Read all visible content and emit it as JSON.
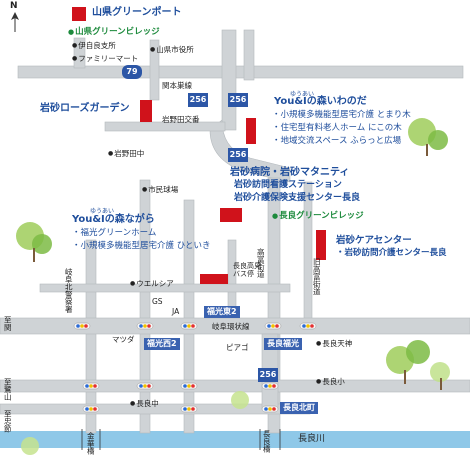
{
  "north_label": "N",
  "landmarks": {
    "yamaken_green_port": "山県グリーンポート",
    "yamaken_green_village": "山県グリーンビレッジ",
    "ijiki_branch": "伊自良支所",
    "familymart": "ファミリーマート",
    "yamagata_city_hall": "山県市役所",
    "sekimoto_main_line": "関本巣線",
    "iwasuna_rose_garden": "岩砂ローズガーデン",
    "iwanoda_intersection": "岩野田交番",
    "iwanoda_jhs": "岩野田中",
    "city_stadium": "市民球場",
    "gifu_north_police": "岐阜北警察署",
    "uercia": "ウエルシア",
    "gs": "GS",
    "ja": "JA",
    "mazda": "マツダ",
    "piago": "ピアゴ",
    "nagara_tenjin": "長良天神",
    "nagara_jhs": "長良中",
    "nagara_es": "長良小",
    "nagara_high_bus": "長良高見\nバス停",
    "nagara_green_village": "長良グリーンビレッジ",
    "nagara_river": "長良川",
    "gifu_loop_line": "岐阜環状線"
  },
  "facilities": {
    "morinowa_ruby": "ゆうあい",
    "morinowa_title": "You&Iの森いわのだ",
    "morinowa_items": [
      "・小規模多機能型居宅介護 とまり木",
      "・住宅型有料老人ホーム にこの木",
      "・地域交流スペース ふらっと広場"
    ],
    "hospital_title": "岩砂病院・岩砂マタニティ",
    "hospital_items": [
      "岩砂訪問看護ステーション",
      "岩砂介護保険支援センター長良"
    ],
    "nagara_ruby": "ゆうあい",
    "nagara_title": "You&Iの森ながら",
    "nagara_items": [
      "・福光グリーンホーム",
      "・小規模多機能型居宅介護 ひといき"
    ],
    "care_center_title": "岩砂ケアセンター",
    "care_center_items": [
      "・岩砂訪問介護センター長良"
    ]
  },
  "road_labels": {
    "route_79": "79",
    "route_256_a": "256",
    "route_256_b": "256",
    "route_256_c": "256",
    "route_256_d": "256",
    "takatomi_kaido": "高富街道",
    "old_takatomi_kaido": "旧高富街道",
    "to_seki": "至関",
    "to_washiyama": "至鷺山",
    "to_tadasu": "至忠節",
    "kinka_bridge": "金華橋",
    "nagara_bridge": "長良橋"
  },
  "intersections": {
    "fukumitsu_east2": "福光東2",
    "fukumitsu_west2": "福光西2",
    "nagara_fukumitsu": "長良福光",
    "nagara_kitamachi": "長良北町"
  },
  "colors": {
    "road": "#cfd3d6",
    "road_edge": "#b4b9bd",
    "route_shield": "#2c56a6",
    "river": "#8fc8e8",
    "facility_red": "#d0121b",
    "facility_blue": "#1f4e9c",
    "green": "#1c8a3c"
  }
}
